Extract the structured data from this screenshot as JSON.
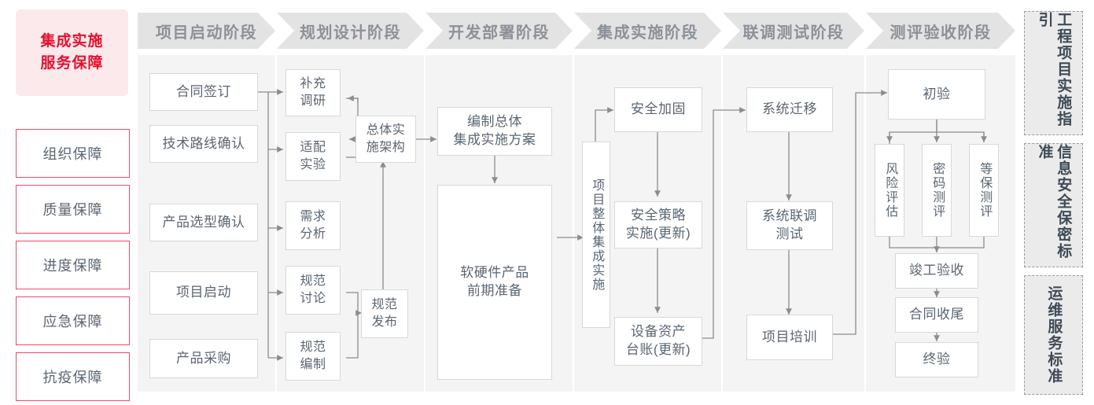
{
  "left_sidebar": {
    "hero": "集成实施\n服务保障",
    "hero_line1": "集成实施",
    "hero_line2": "服务保障",
    "items": [
      {
        "label": "组织保障"
      },
      {
        "label": "质量保障"
      },
      {
        "label": "进度保障"
      },
      {
        "label": "应急保障"
      },
      {
        "label": "抗疫保障"
      }
    ]
  },
  "phases": [
    {
      "id": "p1",
      "title": "项目启动阶段"
    },
    {
      "id": "p2",
      "title": "规划设计阶段"
    },
    {
      "id": "p3",
      "title": "开发部署阶段"
    },
    {
      "id": "p4",
      "title": "集成实施阶段"
    },
    {
      "id": "p5",
      "title": "联调测试阶段"
    },
    {
      "id": "p6",
      "title": "测评验收阶段"
    }
  ],
  "nodes": {
    "p1": [
      {
        "label": "合同签订"
      },
      {
        "label": "技术路线确认"
      },
      {
        "label": "产品选型确认"
      },
      {
        "label": "项目启动"
      },
      {
        "label": "产品采购"
      }
    ],
    "p2": [
      {
        "label": "补充\n调研",
        "l1": "补充",
        "l2": "调研"
      },
      {
        "label": "适配\n实验",
        "l1": "适配",
        "l2": "实验"
      },
      {
        "label": "需求\n分析",
        "l1": "需求",
        "l2": "分析"
      },
      {
        "label": "规范\n讨论",
        "l1": "规范",
        "l2": "讨论"
      },
      {
        "label": "规范\n编制",
        "l1": "规范",
        "l2": "编制"
      },
      {
        "label": "总体实\n施架构",
        "l1": "总体实",
        "l2": "施架构"
      },
      {
        "label": "规范\n发布",
        "l1": "规范",
        "l2": "发布"
      }
    ],
    "p3": [
      {
        "label": "编制总体\n集成实施方案",
        "l1": "编制总体",
        "l2": "集成实施方案"
      },
      {
        "label": "软硬件产品\n前期准备",
        "l1": "软硬件产品",
        "l2": "前期准备"
      }
    ],
    "p4": [
      {
        "label": "项目整体集成实施"
      },
      {
        "label": "安全加固"
      },
      {
        "label": "安全策略\n实施(更新)",
        "l1": "安全策略",
        "l2": "实施(更新)"
      },
      {
        "label": "设备资产\n台账(更新)",
        "l1": "设备资产",
        "l2": "台账(更新)"
      }
    ],
    "p5": [
      {
        "label": "系统迁移"
      },
      {
        "label": "系统联调\n测试",
        "l1": "系统联调",
        "l2": "测试"
      },
      {
        "label": "项目培训"
      }
    ],
    "p6": [
      {
        "label": "初验"
      },
      {
        "label": "风险评估"
      },
      {
        "label": "密码测评"
      },
      {
        "label": "等保测评"
      },
      {
        "label": "竣工验收"
      },
      {
        "label": "合同收尾"
      },
      {
        "label": "终验"
      }
    ]
  },
  "right_sidebar": {
    "items": [
      {
        "label": "工程项目实施指引"
      },
      {
        "label": "信息安全保密标准"
      },
      {
        "label": "运维服务标准"
      }
    ]
  },
  "colors": {
    "accent_red": "#e3112e",
    "hero_bg": "#fbe9ec",
    "sidebar_border": "#e0506a",
    "header_gray": "#e3e3e3",
    "header_text": "#8b9198",
    "panel_bg": "#f4f4f4",
    "node_border": "#d8d8d8",
    "node_text": "#5a6672",
    "wire": "#8c8c8c"
  }
}
